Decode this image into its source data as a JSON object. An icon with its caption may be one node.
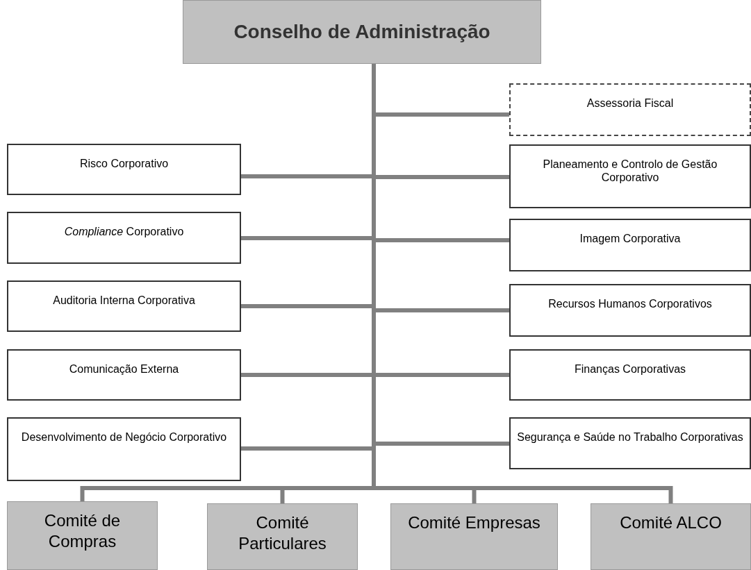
{
  "diagram": {
    "nodes": [
      {
        "text": [
          "Conselho de Administração"
        ]
      },
      {
        "text": [
          "Assessoria Fiscal"
        ]
      },
      {
        "text": [
          "Risco Corporativo"
        ]
      },
      {
        "text": [
          "Planeamento e Controlo de Gestão Corporativo"
        ]
      },
      {
        "text": [
          "*Compliance* Corporativo"
        ]
      },
      {
        "text": [
          "Imagem Corporativa"
        ]
      },
      {
        "text": [
          "Auditoria Interna Corporativa"
        ]
      },
      {
        "text": [
          "Recursos Humanos Corporativos"
        ]
      },
      {
        "text": [
          "Comunicação Externa"
        ]
      },
      {
        "text": [
          "Finanças Corporativas"
        ]
      },
      {
        "text": [
          "Desenvolvimento de Negócio Corporativo"
        ]
      },
      {
        "text": [
          "Segurança e Saúde no Trabalho Corporativas"
        ]
      },
      {
        "text": [
          "Comité de Compras"
        ]
      },
      {
        "text": [
          "Comité Particulares"
        ]
      },
      {
        "text": [
          "Comité Empresas"
        ]
      },
      {
        "text": [
          "Comité ALCO"
        ]
      }
    ],
    "edges": [
      {
        "from": 0,
        "to": 1,
        "arrow": "none"
      },
      {
        "from": 0,
        "to": 2,
        "arrow": "none"
      },
      {
        "from": 0,
        "to": 3,
        "arrow": "none"
      },
      {
        "from": 0,
        "to": 4,
        "arrow": "none"
      },
      {
        "from": 0,
        "to": 5,
        "arrow": "none"
      },
      {
        "from": 0,
        "to": 6,
        "arrow": "none"
      },
      {
        "from": 0,
        "to": 7,
        "arrow": "none"
      },
      {
        "from": 0,
        "to": 8,
        "arrow": "none"
      },
      {
        "from": 0,
        "to": 9,
        "arrow": "none"
      },
      {
        "from": 0,
        "to": 10,
        "arrow": "none"
      },
      {
        "from": 0,
        "to": 11,
        "arrow": "none"
      },
      {
        "from": 0,
        "to": 12,
        "arrow": "none"
      },
      {
        "from": 0,
        "to": 13,
        "arrow": "none"
      },
      {
        "from": 0,
        "to": 14,
        "arrow": "none"
      },
      {
        "from": 0,
        "to": 15,
        "arrow": "none"
      }
    ]
  }
}
